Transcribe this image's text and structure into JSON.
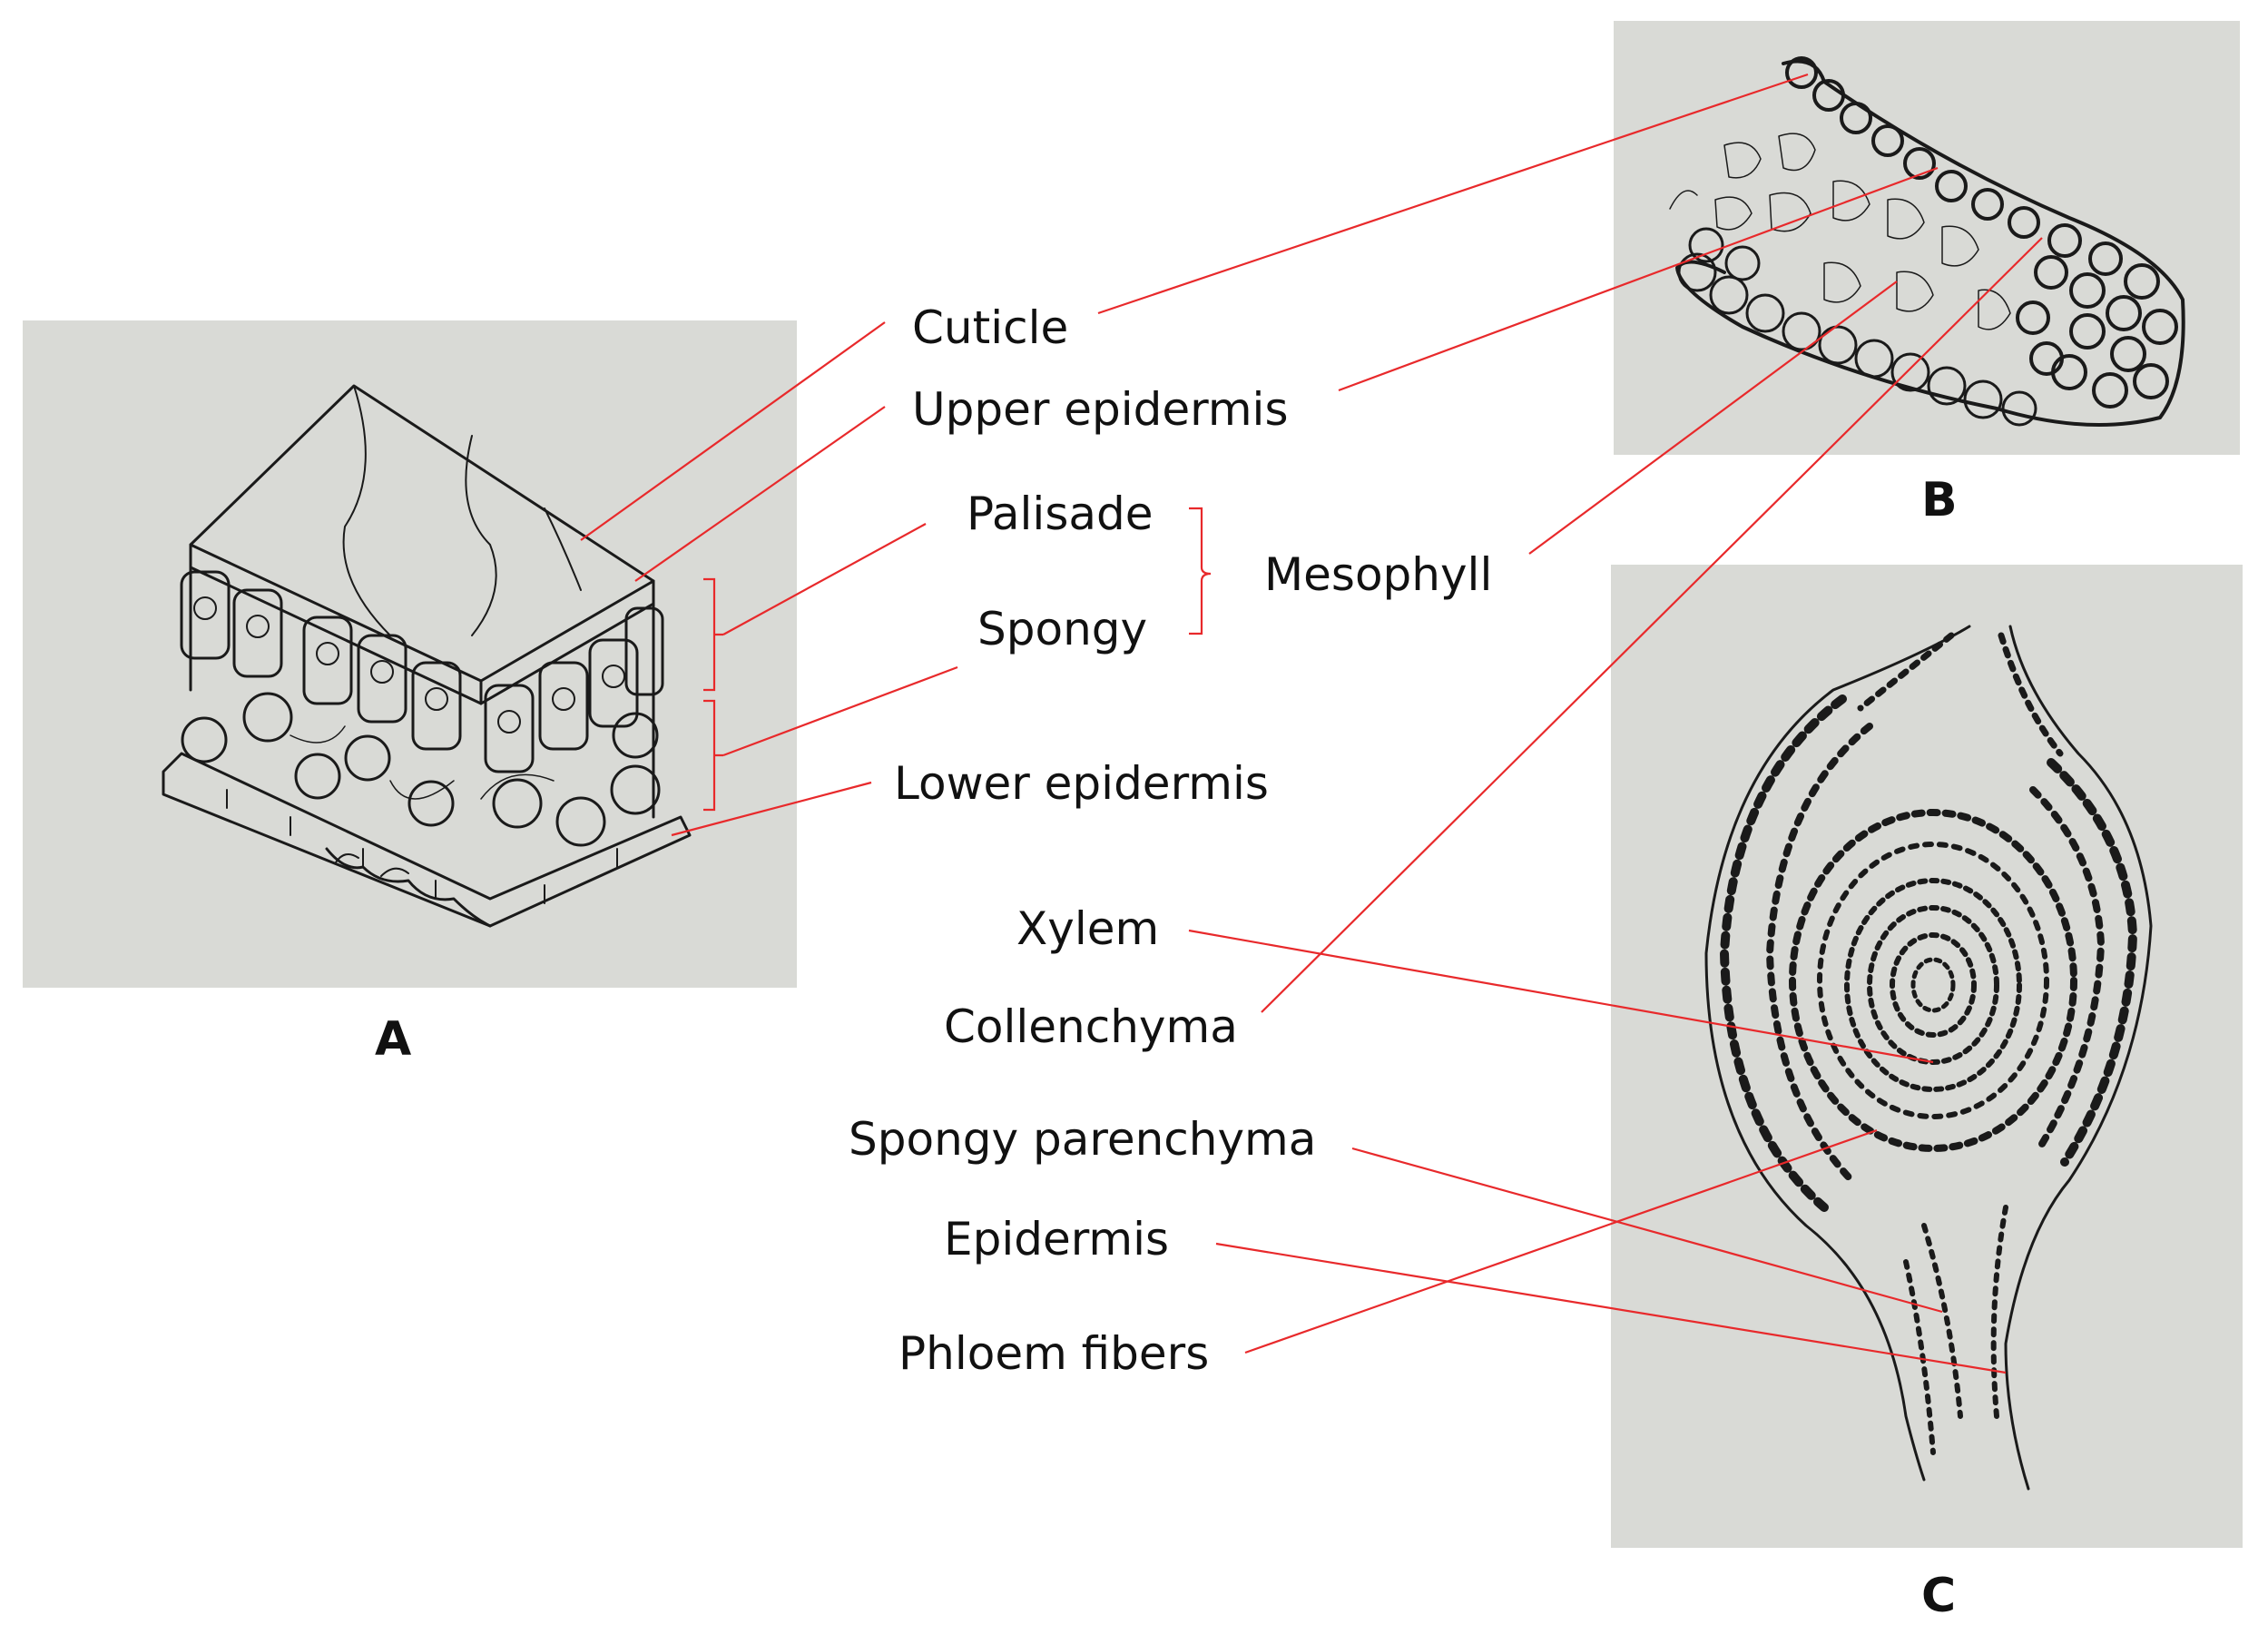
{
  "labels": {
    "cuticle": "Cuticle",
    "upper_epidermis": "Upper epidermis",
    "palisade": "Palisade",
    "spongy": "Spongy",
    "mesophyll": "Mesophyll",
    "lower_epidermis": "Lower epidermis",
    "xylem": "Xylem",
    "collenchyma": "Collenchyma",
    "spongy_parenchyma": "Spongy parenchyma",
    "epidermis": "Epidermis",
    "phloem_fibers": "Phloem fibers"
  },
  "panels": {
    "a": "A",
    "b": "B",
    "c": "C"
  },
  "colors": {
    "leader_line": "#e8292b",
    "panel_background": "#d9dad6",
    "ink": "#1a1a1a"
  }
}
